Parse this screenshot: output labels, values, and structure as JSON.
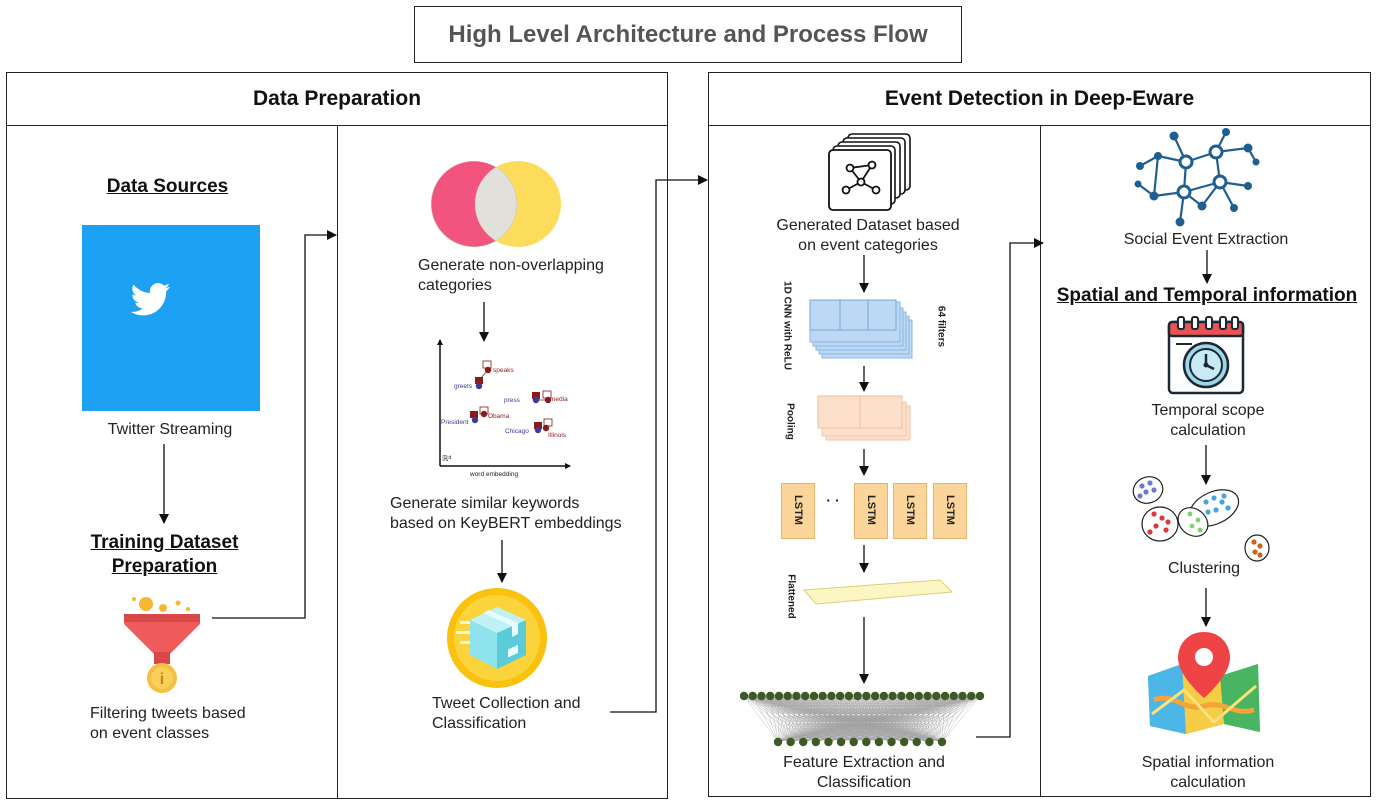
{
  "title": "High Level Architecture and Process Flow",
  "sections": {
    "data_preparation": "Data Preparation",
    "event_detection": "Event Detection in Deep-Eware"
  },
  "col1": {
    "data_sources": "Data Sources",
    "twitter_streaming": "Twitter Streaming",
    "training_heading_line1": "Training Dataset",
    "training_heading_line2": "Preparation",
    "filtering_line1": "Filtering tweets based",
    "filtering_line2": "on event classes"
  },
  "col2": {
    "non_overlap_line1": "Generate non-overlapping",
    "non_overlap_line2": "categories",
    "keywords_line1": "Generate similar keywords",
    "keywords_line2": "based on KeyBERT embeddings",
    "tweet_line1": "Tweet Collection and",
    "tweet_line2": "Classification",
    "embedding": {
      "xlabel": "word embedding",
      "rd": "ℝᵈ",
      "words": [
        "speaks",
        "greets",
        "press",
        "media",
        "Obama",
        "President",
        "Chicago",
        "Illinois"
      ]
    }
  },
  "col3": {
    "generated_line1": "Generated Dataset based",
    "generated_line2": "on event categories",
    "cnn_label": "1D CNN with ReLU",
    "filters_label": "64 filters",
    "pooling_label": "Pooling",
    "lstm_label": "LSTM",
    "lstm_dots": "· ·",
    "flattened_label": "Flattened",
    "feature_line1": "Feature Extraction and",
    "feature_line2": "Classification"
  },
  "col4": {
    "social_event": "Social Event Extraction",
    "spatial_temporal": "Spatial and Temporal information",
    "temporal_line1": "Temporal scope",
    "temporal_line2": "calculation",
    "clustering": "Clustering",
    "spatial_line1": "Spatial information",
    "spatial_line2": "calculation"
  },
  "colors": {
    "twitter_blue": "#1da1f2",
    "venn_left": "#f2547d",
    "venn_right": "#fddc5c",
    "cnn_blue": "#bcd8f5",
    "pool_peach": "#fde0cc",
    "lstm_orange": "#fcd59b",
    "flatten_yellow": "#fbf6c2",
    "network_blue": "#1f5f8f",
    "node_green": "#3d5a26",
    "pin_red": "#ef4446"
  }
}
